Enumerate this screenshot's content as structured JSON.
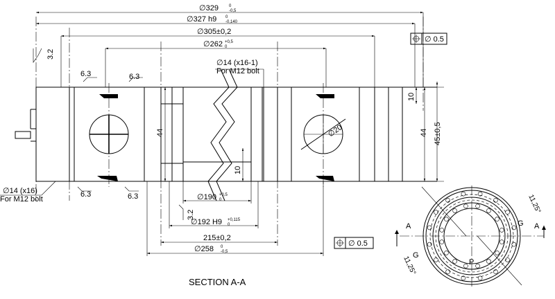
{
  "dims": {
    "d329": "∅329",
    "d329_tol_up": "0",
    "d329_tol_lo": "-0,5",
    "d327": "∅327 h9",
    "d327_tol_up": "0",
    "d327_tol_lo": "-0,140",
    "d305": "∅305±0,2",
    "d262": "∅262",
    "d262_tol_up": "+0,5",
    "d262_tol_lo": "0",
    "d14_top": "∅14 (x16-1)",
    "d14_top_sub": "For M12 bolt",
    "d14_left": "∅14 (x16)",
    "d14_left_sub": "For M12 bolt",
    "d190": "∅190",
    "d190_tol_up": "+0,5",
    "d190_tol_lo": "0",
    "d192": "∅192 H9",
    "d192_tol_up": "+0,115",
    "d192_tol_lo": "0",
    "d215": "215±0,2",
    "d258": "∅258",
    "d258_tol_up": "0",
    "d258_tol_lo": "-0,5",
    "h44_left": "44",
    "h44_right": "44",
    "h45": "45±0,5",
    "h10_top": "10",
    "h10_mid": "10",
    "ball": "∅20",
    "rough_32_a": "3.2",
    "rough_32_b": "3.2",
    "rough_63_a": "6.3",
    "rough_63_b": "6.3",
    "rough_63_c": "6.3",
    "rough_63_d": "6.3"
  },
  "tolerance_frames": [
    {
      "symbol": "⌖",
      "text": "∅ 0.5"
    },
    {
      "symbol": "⌖",
      "text": "∅ 0.5"
    }
  ],
  "section_title": "SECTION A-A",
  "plan_view": {
    "label_a_left": "A",
    "label_a_right": "A",
    "label_g_right": "G",
    "label_g_left": "G",
    "label_p": "P",
    "angle_top": "11,25°",
    "angle_bottom": "11,25°"
  }
}
